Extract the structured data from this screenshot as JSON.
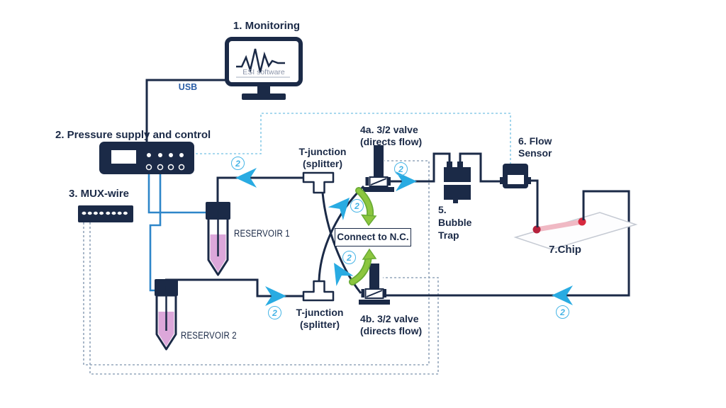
{
  "components": {
    "monitoring": {
      "label": "1. Monitoring",
      "software": "ESI software",
      "usb": "USB"
    },
    "pressure": {
      "label": "2. Pressure supply and control"
    },
    "mux": {
      "label": "3. MUX-wire"
    },
    "reservoir1": {
      "label": "RESERVOIR 1"
    },
    "reservoir2": {
      "label": "RESERVOIR 2"
    },
    "tjunction_top": {
      "line1": "T-junction",
      "line2": "(splitter)"
    },
    "tjunction_bottom": {
      "line1": "T-junction",
      "line2": "(splitter)"
    },
    "valve4a": {
      "line1": "4a. 3/2 valve",
      "line2": "(directs flow)"
    },
    "valve4b": {
      "line1": "4b. 3/2 valve",
      "line2": "(directs flow)"
    },
    "bubble_trap": {
      "line1": "5.",
      "line2": "Bubble",
      "line3": "Trap"
    },
    "flow_sensor": {
      "line1": "6. Flow",
      "line2": "Sensor"
    },
    "chip": {
      "label": "7.Chip"
    },
    "nc_box": {
      "label": "Connect to N.C."
    }
  },
  "flow": {
    "step_marker": "2"
  },
  "colors": {
    "navy": "#1b2a47",
    "line_blue": "#2e86c9",
    "arrow_blue": "#29abe2",
    "dash_blue": "#8ccbe8",
    "dash_gray": "#93a5bb",
    "green": "#8cc63f",
    "green_dark": "#69ab35",
    "pink": "#dca7da",
    "red": "#d7293f"
  }
}
